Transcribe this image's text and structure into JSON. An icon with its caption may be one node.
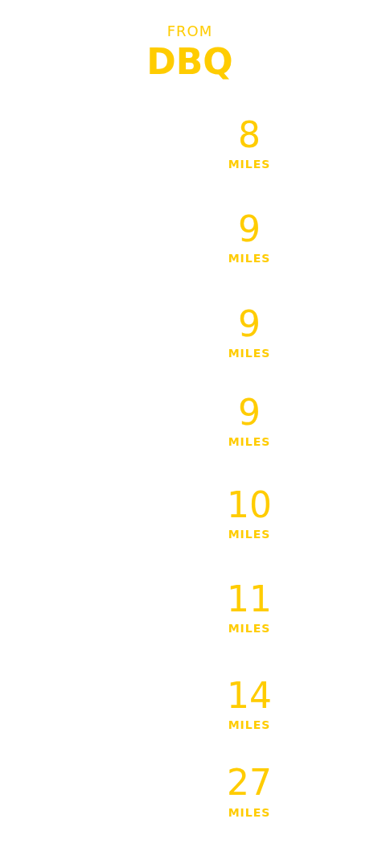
{
  "diagram": {
    "labels": [
      "FROM",
      "DBQ",
      "8",
      "MILES",
      "9",
      "MILES",
      "9",
      "MILES",
      "9",
      "MILES",
      "10",
      "MILES",
      "11",
      "MILES",
      "14",
      "MILES",
      "27",
      "MILES"
    ]
  }
}
